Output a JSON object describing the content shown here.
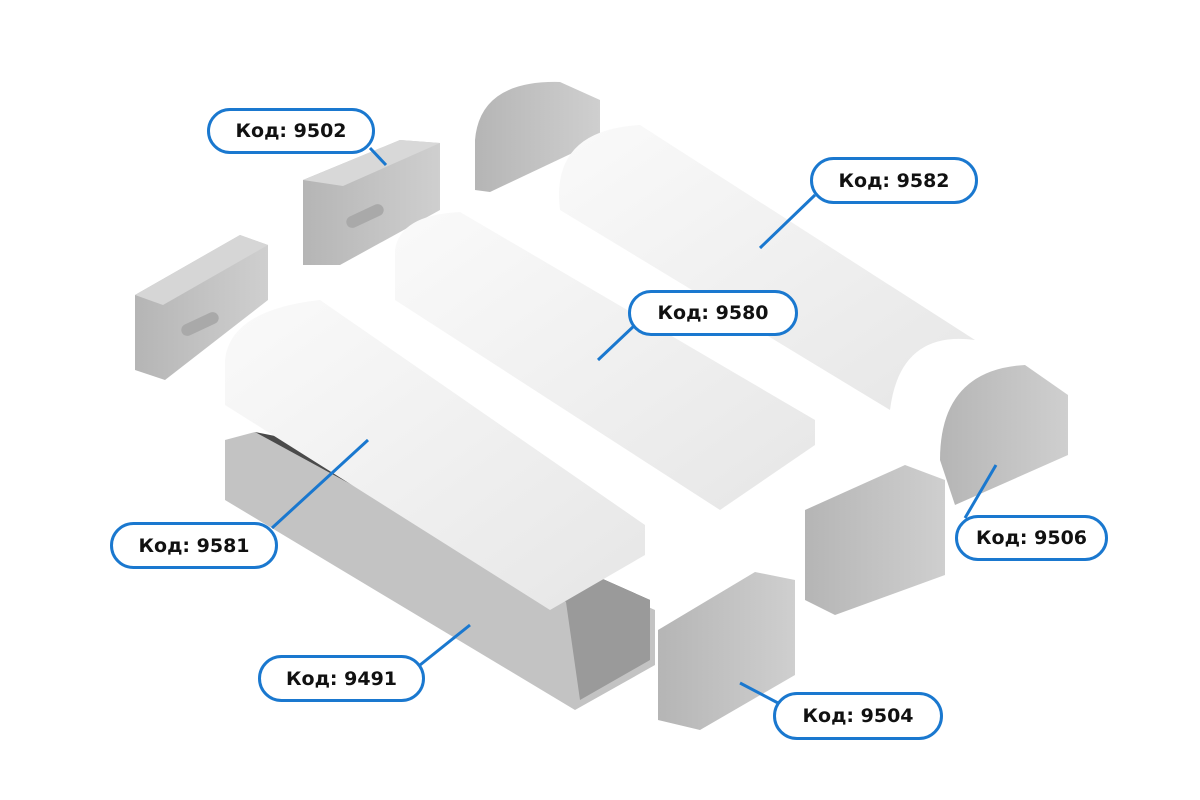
{
  "accent_color": "#1a78cf",
  "labels": {
    "l9502": "Код: 9502",
    "l9582": "Код: 9582",
    "l9580": "Код: 9580",
    "l9581": "Код: 9581",
    "l9506": "Код: 9506",
    "l9491": "Код: 9491",
    "l9504": "Код: 9504"
  }
}
